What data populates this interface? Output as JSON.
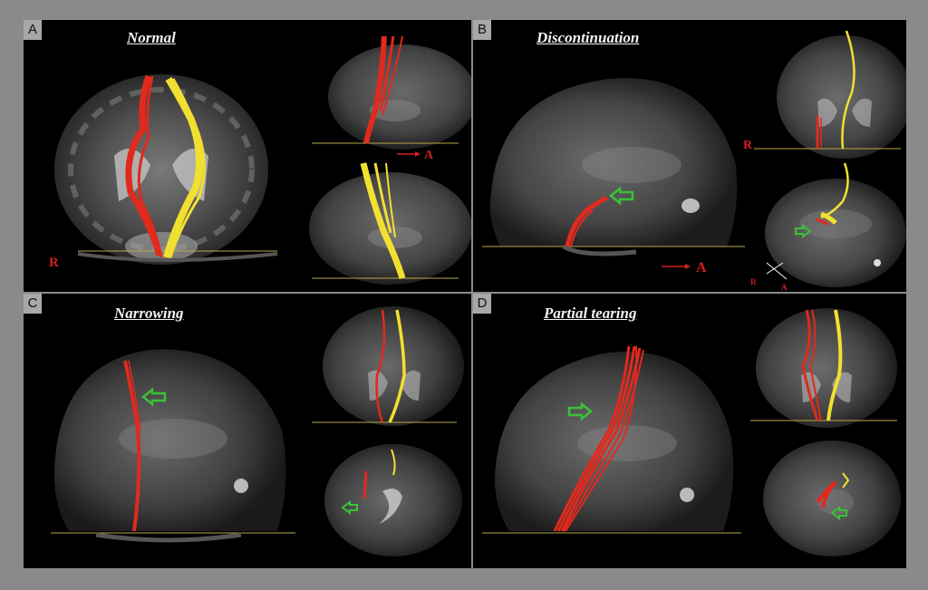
{
  "panels": [
    {
      "letter": "A",
      "title": "Normal"
    },
    {
      "letter": "B",
      "title": "Discontinuation"
    },
    {
      "letter": "C",
      "title": "Narrowing"
    },
    {
      "letter": "D",
      "title": "Partial tearing"
    }
  ],
  "orientation_labels": {
    "right": "R",
    "anterior": "A"
  },
  "colors": {
    "left_tract": "#e02a1e",
    "right_tract": "#f2e030",
    "arrow": "#39c236",
    "label": "#d02020",
    "background": "#000000",
    "frame": "#8a8a8a"
  }
}
